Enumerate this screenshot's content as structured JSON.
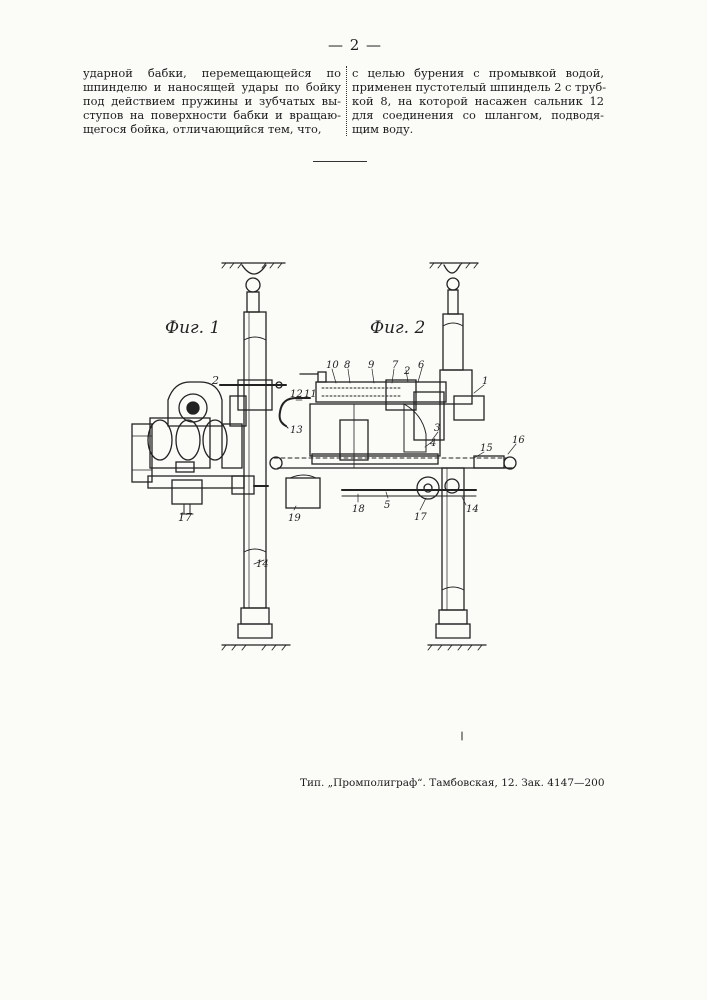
{
  "page": {
    "number": "— 2 —"
  },
  "text": {
    "left_column": [
      "ударной бабки, перемещающейся по",
      "шпинделю и наносящей удары по бойку",
      "под действием пружины и зубчатых вы-",
      "ступов на поверхности бабки и вращаю-",
      "щегося бойка, отличающийся тем, что,"
    ],
    "right_column": [
      "с целью бурения с промывкой водой,",
      "применен пустотелый шпиндель 2 с труб-",
      "кой 8, на которой насажен сальник 12",
      "для соединения со шлангом, подводя-",
      "щим воду."
    ]
  },
  "figures": {
    "fig1": {
      "label": "Фиг. 1",
      "part_numbers": [
        "2",
        "17",
        "14"
      ]
    },
    "fig2": {
      "label": "Фиг. 2",
      "part_numbers": [
        "10",
        "8",
        "9",
        "7",
        "2",
        "6",
        "1",
        "12",
        "11",
        "13",
        "3",
        "4",
        "15",
        "16",
        "5",
        "18",
        "19",
        "17",
        "14"
      ]
    }
  },
  "imprint": "Тип. „Промполиграф“. Тамбовская, 12. Зак. 4147—200"
}
